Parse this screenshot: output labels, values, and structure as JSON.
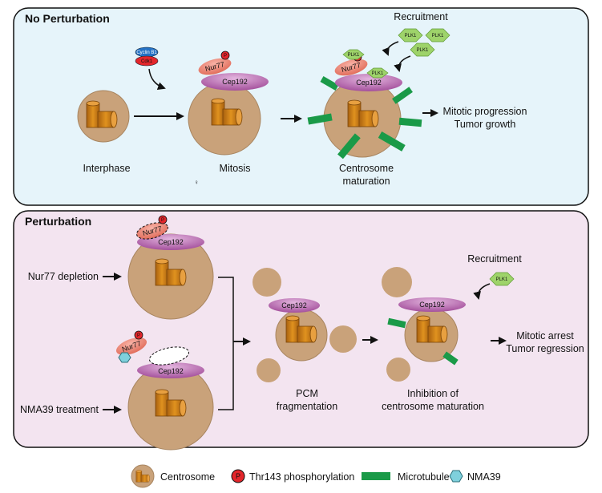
{
  "panel_top": {
    "title": "No Perturbation",
    "cyclin_b1": "Cyclin B1",
    "cdk1": "Cdk1",
    "nur77": "Nur77",
    "cep192": "Cep192",
    "p_mark": "P",
    "interphase": "Interphase",
    "mitosis": "Mitosis",
    "recruitment": "Recruitment",
    "plk1": "PLK1",
    "centrosome_maturation_1": "Centrosome",
    "centrosome_maturation_2": "maturation",
    "outcome_1": "Mitotic progression",
    "outcome_2": "Tumor growth",
    "stray_mark": "♀"
  },
  "panel_bottom": {
    "title": "Perturbation",
    "nur77": "Nur77",
    "cep192": "Cep192",
    "p_mark": "P",
    "nur77_depletion": "Nur77 depletion",
    "nma39_treatment": "NMA39 treatment",
    "pcm_1": "PCM",
    "pcm_2": "fragmentation",
    "recruitment": "Recruitment",
    "plk1": "PLK1",
    "inhibition_1": "Inhibition of",
    "inhibition_2": "centrosome maturation",
    "outcome_1": "Mitotic arrest",
    "outcome_2": "Tumor regression"
  },
  "legend": {
    "centrosome": "Centrosome",
    "phospho": "Thr143 phosphorylation",
    "microtubule": "Microtubule",
    "nma39": "NMA39",
    "phospho_mark": "P"
  },
  "colors": {
    "top_panel_bg": "#e6f4fa",
    "bottom_panel_bg": "#f3e4f0",
    "cell": "#c9a27a",
    "centriole": "#c97a1a",
    "nur77": "#f08a78",
    "cep192": "#b86ab0",
    "plk1": "#9ed36a",
    "microtubule": "#1a9a48",
    "phospho": "#e3262b",
    "nma39": "#7fd0dc"
  }
}
